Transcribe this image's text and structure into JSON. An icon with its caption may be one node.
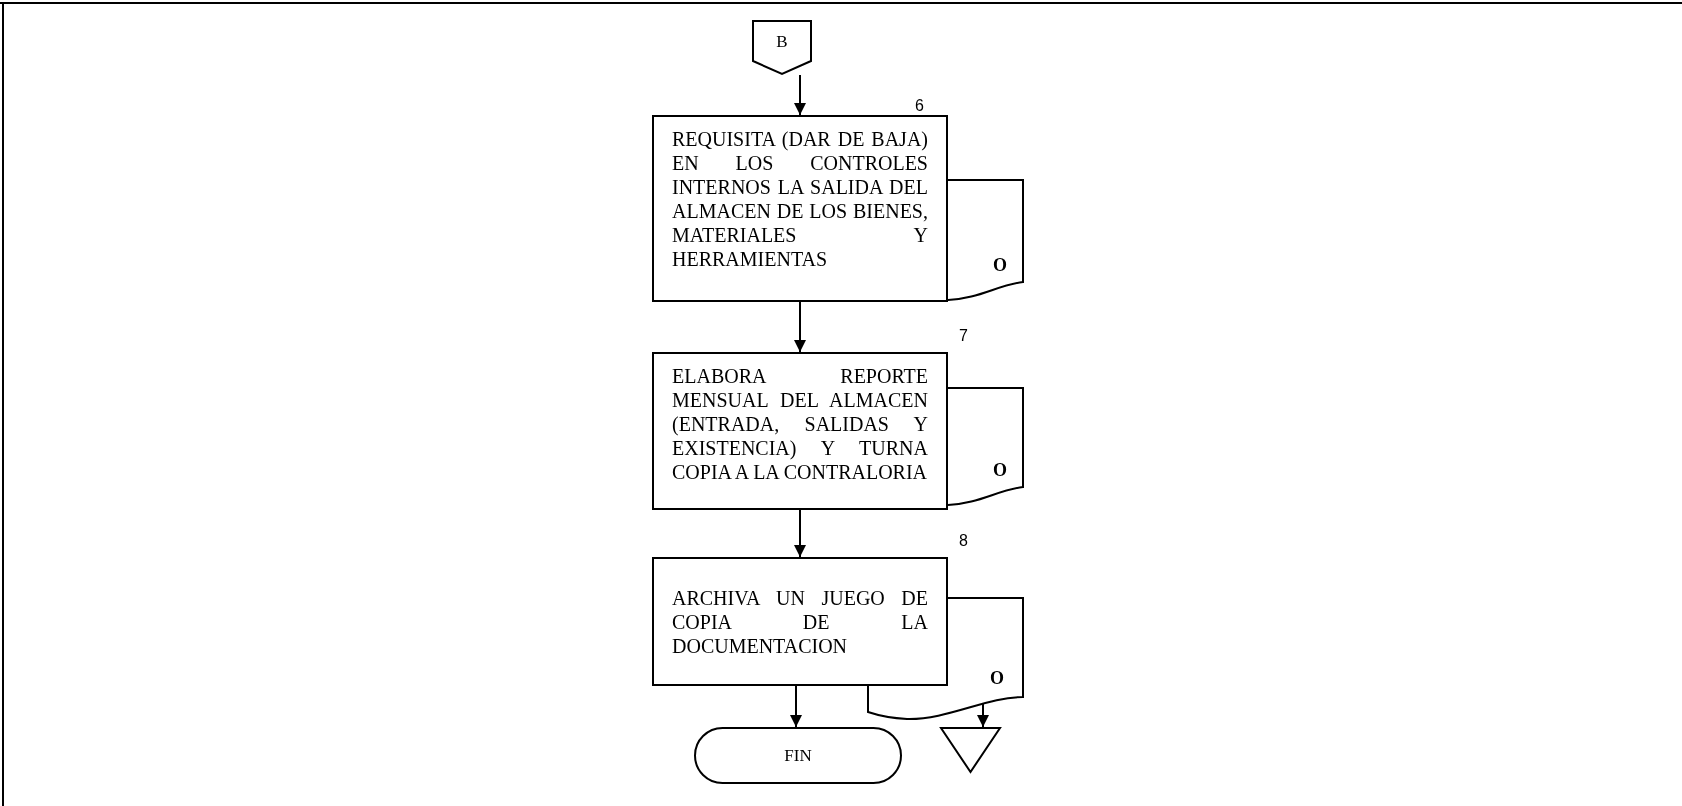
{
  "diagram": {
    "nodes": [
      {
        "text": [
          "B"
        ]
      },
      {
        "text": [
          "REQUISITA (DAR DE BAJA) EN LOS CONTROLES INTERNOS LA SALIDA DEL ALMACEN DE LOS BIENES, MATERIALES Y HERRAMIENTAS"
        ],
        "beside": [
          "6"
        ]
      },
      {
        "text": [
          "O"
        ]
      },
      {
        "text": [
          "ELABORA REPORTE MENSUAL DEL ALMACEN (ENTRADA, SALIDAS Y EXISTENCIA) Y TURNA COPIA A LA CONTRALORIA"
        ],
        "beside": [
          "7"
        ]
      },
      {
        "text": [
          "O"
        ]
      },
      {
        "text": [
          "ARCHIVA UN JUEGO DE COPIA DE LA DOCUMENTACION"
        ],
        "beside": [
          "8"
        ]
      },
      {
        "text": [
          "O"
        ]
      },
      {
        "text": [
          "FIN"
        ]
      },
      {
        "text": [],
        "shape": "triangle"
      }
    ],
    "edges": [
      {
        "from": 0,
        "to": 1,
        "arrow": "to"
      },
      {
        "from": 1,
        "to": 3,
        "arrow": "to"
      },
      {
        "from": 3,
        "to": 5,
        "arrow": "to"
      },
      {
        "from": 5,
        "to": 7,
        "arrow": "to"
      },
      {
        "from": 6,
        "to": 8,
        "arrow": "to"
      }
    ]
  }
}
